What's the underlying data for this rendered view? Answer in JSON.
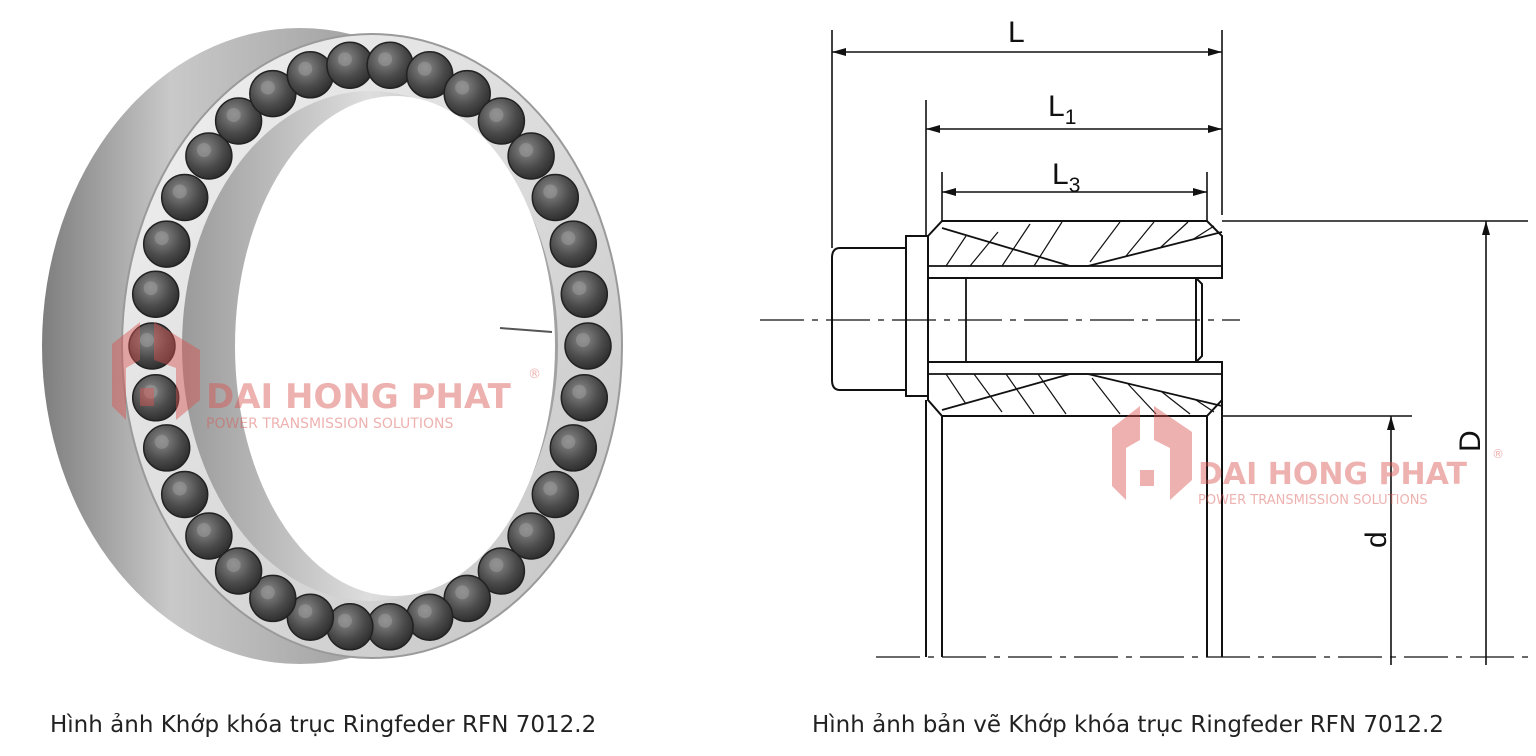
{
  "captions": {
    "left": "Hình ảnh Khớp khóa trục Ringfeder RFN 7012.2",
    "right": "Hình ảnh bản vẽ Khớp khóa trục Ringfeder RFN 7012.2"
  },
  "drawing": {
    "dimensions": {
      "L": "L",
      "L1_base": "L",
      "L1_sub": "1",
      "L3_base": "L",
      "L3_sub": "3",
      "D": "D",
      "d": "d"
    }
  },
  "watermark": {
    "brand": "DAI HONG PHAT",
    "tagline": "POWER TRANSMISSION SOLUTIONS",
    "registered": "®",
    "color": "#d9534f"
  },
  "colors": {
    "metal_light": "#e6e6e6",
    "metal_mid": "#b5b5b5",
    "metal_dark": "#6f6f6f",
    "bolt": "#4a4a4a",
    "line": "#111111"
  }
}
